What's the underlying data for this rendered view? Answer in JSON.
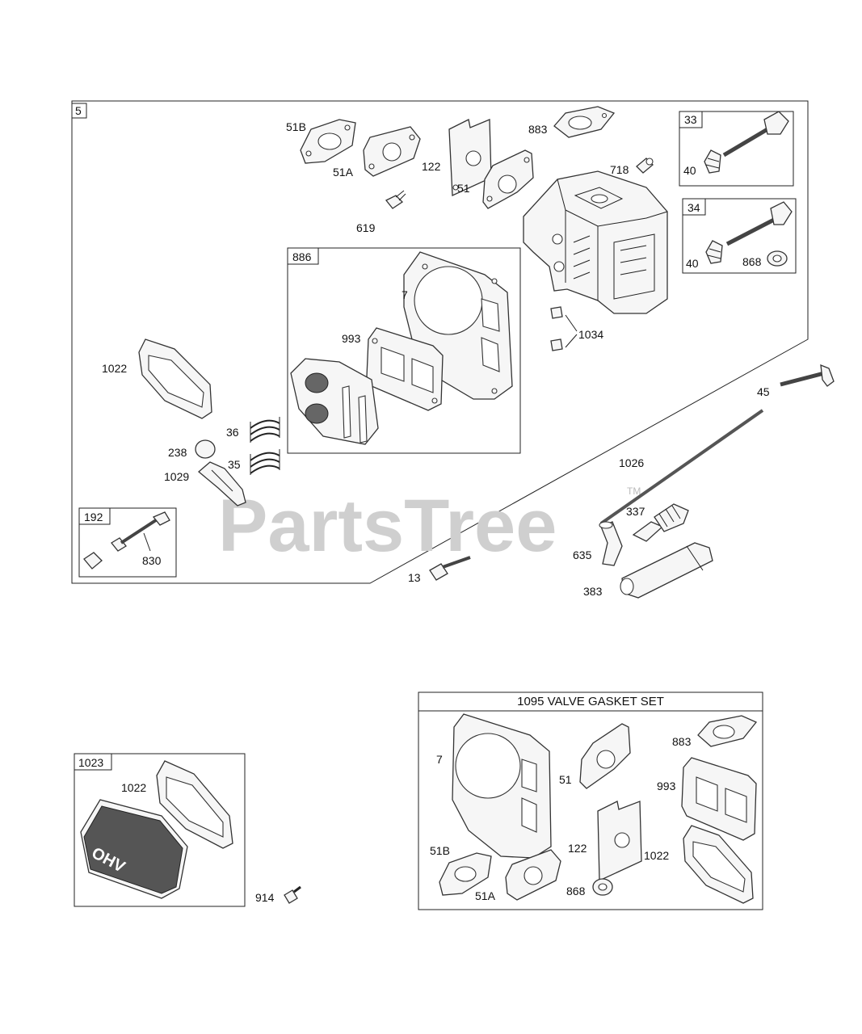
{
  "labels": {
    "l_51B": "51B",
    "l_51A": "51A",
    "l_122": "122",
    "l_883": "883",
    "l_718": "718",
    "l_51": "51",
    "l_619": "619",
    "l_33": "33",
    "l_40a": "40",
    "l_34": "34",
    "l_40b": "40",
    "l_868": "868",
    "l_886": "886",
    "l_7": "7",
    "l_993": "993",
    "l_1034": "1034",
    "l_1022": "1022",
    "l_45": "45",
    "l_36": "36",
    "l_238": "238",
    "l_35": "35",
    "l_1029": "1029",
    "l_1026": "1026",
    "l_192": "192",
    "l_830": "830",
    "l_337": "337",
    "l_635": "635",
    "l_13": "13",
    "l_383": "383",
    "l_5": "5",
    "l_1023": "1023",
    "l_1022b": "1022",
    "l_914": "914",
    "kit_title": "1095 VALVE GASKET SET",
    "k_7": "7",
    "k_51": "51",
    "k_883": "883",
    "k_993": "993",
    "k_51B": "51B",
    "k_122": "122",
    "k_1022": "1022",
    "k_51A": "51A",
    "k_868": "868",
    "ohv": "OHV"
  },
  "watermark": {
    "text": "PartsTree",
    "tm": "TM"
  },
  "icons": [
    "gasket-shape",
    "valve-shape",
    "spring-shape",
    "bolt-shape",
    "cylinder-head-shape",
    "spark-plug-shape",
    "valve-cover-shape"
  ]
}
